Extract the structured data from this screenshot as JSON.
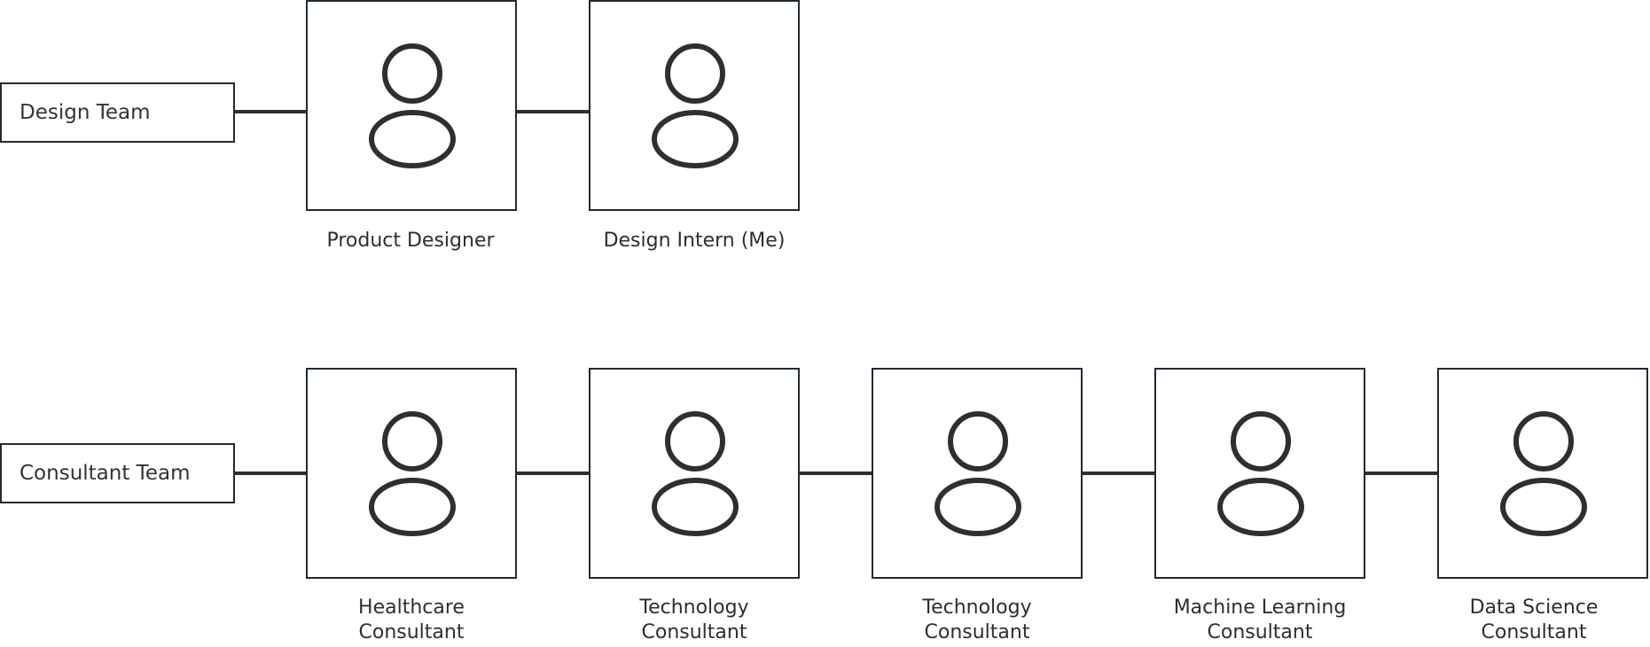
{
  "colors": {
    "stroke": "#2f2f2f",
    "card_border": "#1f2a38",
    "text": "#2e2e2e",
    "background": "#ffffff"
  },
  "design_team": {
    "label": "Design Team",
    "members": [
      {
        "role": "Product Designer",
        "icon": "person-icon"
      },
      {
        "role": "Design Intern (Me)",
        "icon": "person-icon"
      }
    ]
  },
  "consultant_team": {
    "label": "Consultant Team",
    "members": [
      {
        "role_line1": "Healthcare",
        "role_line2": "Consultant",
        "icon": "person-icon"
      },
      {
        "role_line1": "Technology",
        "role_line2": "Consultant",
        "icon": "person-icon"
      },
      {
        "role_line1": "Technology",
        "role_line2": "Consultant",
        "icon": "person-icon"
      },
      {
        "role_line1": "Machine Learning",
        "role_line2": "Consultant",
        "icon": "person-icon"
      },
      {
        "role_line1": "Data Science",
        "role_line2": "Consultant",
        "icon": "person-icon"
      }
    ]
  }
}
